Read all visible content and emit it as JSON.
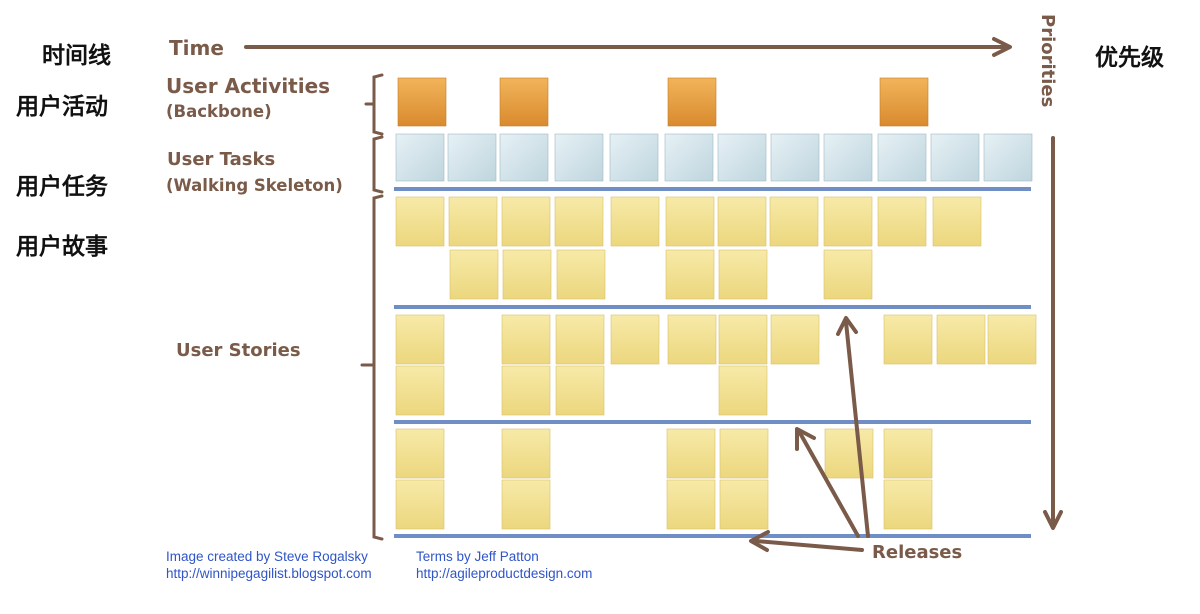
{
  "chinese_labels": {
    "timeline": "时间线",
    "user_activities": "用户活动",
    "user_tasks": "用户任务",
    "user_stories": "用户故事",
    "priority": "优先级"
  },
  "diagram": {
    "time_label": "Time",
    "priorities_label": "Priorities",
    "activities_label_line1": "User Activities",
    "activities_label_line2": "(Backbone)",
    "tasks_label_line1": "User Tasks",
    "tasks_label_line2": "(Walking Skeleton)",
    "stories_label": "User Stories",
    "releases_label": "Releases"
  },
  "credits": {
    "image_line1": "Image created by Steve Rogalsky",
    "image_line2": "http://winnipegagilist.blogspot.com",
    "terms_line1": "Terms by Jeff Patton",
    "terms_line2": "http://agileproductdesign.com"
  },
  "colors": {
    "brown": "#7a5a48",
    "activity_note": "#e9a040",
    "task_note": "#d6e8ee",
    "story_note": "#f3e39a",
    "release_line": "#6f8ec6",
    "credit_text": "#2f55c8"
  }
}
